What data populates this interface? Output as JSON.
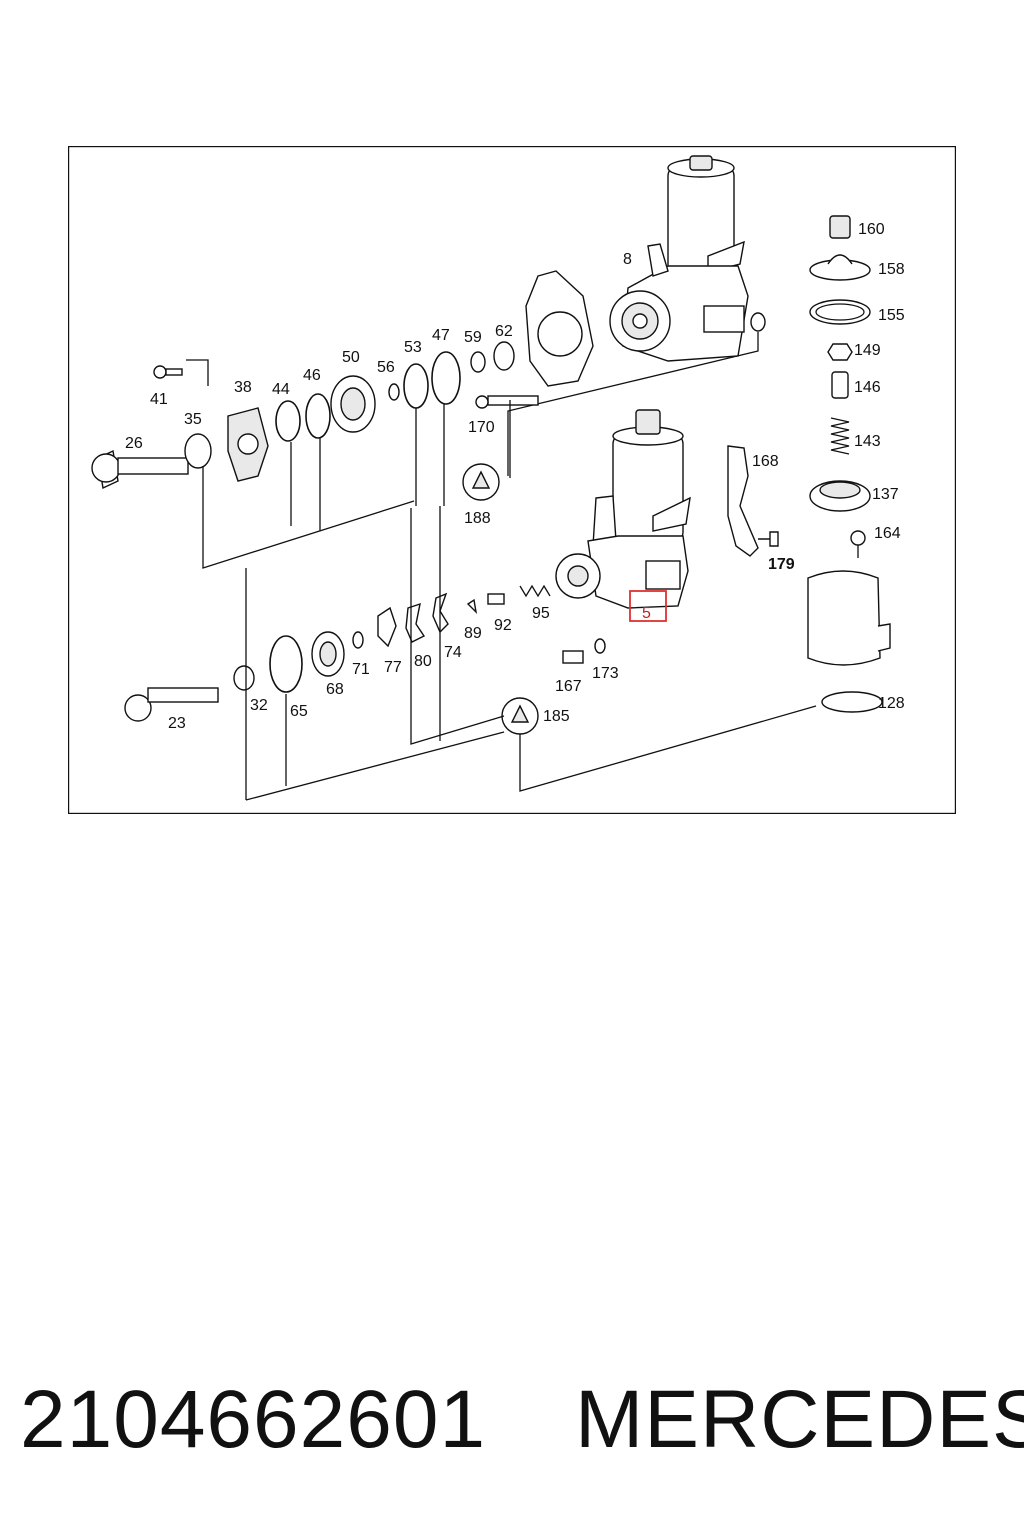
{
  "diagram": {
    "callouts": [
      "160",
      "158",
      "155",
      "149",
      "146",
      "143",
      "137",
      "164",
      "168",
      "179",
      "8",
      "62",
      "59",
      "47",
      "53",
      "56",
      "50",
      "46",
      "44",
      "38",
      "41",
      "35",
      "26",
      "170",
      "188",
      "95",
      "92",
      "89",
      "74",
      "80",
      "77",
      "71",
      "68",
      "65",
      "32",
      "23",
      "185",
      "167",
      "173",
      "5",
      "128"
    ],
    "highlighted_callout": "5",
    "highlight_color": "#e03030"
  },
  "footer": {
    "part_number": "2104662601",
    "brand": "MERCEDES"
  }
}
